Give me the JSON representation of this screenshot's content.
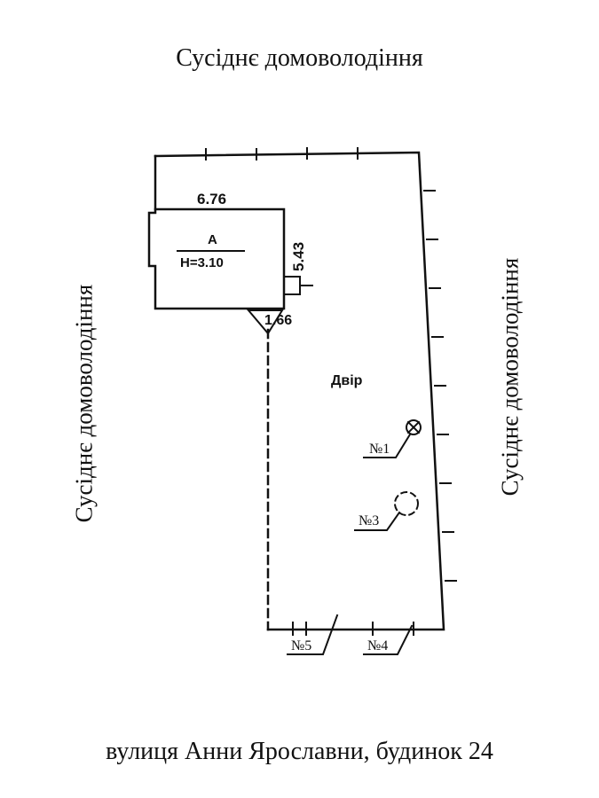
{
  "labels": {
    "top": "Сусіднє домоволодіння",
    "left": "Сусіднє домоволодіння",
    "right": "Сусіднє домоволодіння",
    "bottom": "вулиця Анни Ярославни, будинок 24"
  },
  "building": {
    "letter": "А",
    "height": "Н=3.10",
    "dim_width": "6.76",
    "dim_depth": "5.43",
    "dim_small": "1.66"
  },
  "yard": {
    "label": "Двір"
  },
  "markers": {
    "n1": "№1",
    "n3": "№3",
    "n4": "№4",
    "n5": "№5"
  }
}
